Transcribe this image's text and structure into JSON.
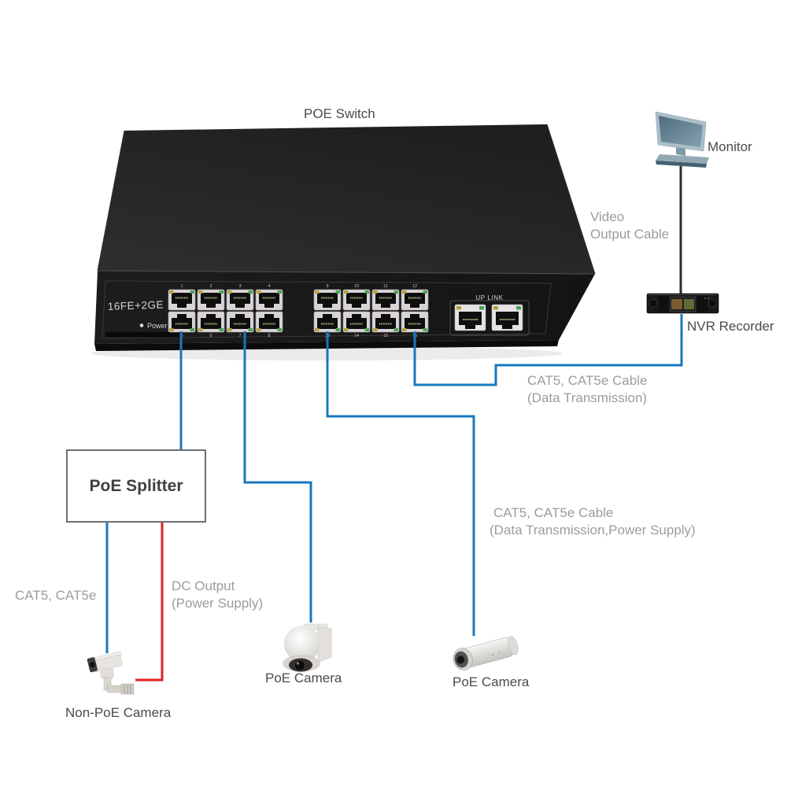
{
  "title": "POE Switch",
  "colors": {
    "cable_blue": "#1778bd",
    "cable_red": "#e02222",
    "cable_black": "#2e2e2e",
    "label_gray": "#9c9c9c",
    "label_dark": "#4a4a4a"
  },
  "switch": {
    "model_label": "16FE+2GE",
    "power_label": "Power",
    "uplink_label": "UP LINK",
    "port_numbers": [
      "1",
      "2",
      "3",
      "4",
      "5",
      "6",
      "7",
      "8",
      "9",
      "10",
      "11",
      "12",
      "13",
      "14",
      "15",
      "16"
    ]
  },
  "devices": {
    "monitor": {
      "label": "Monitor"
    },
    "nvr": {
      "label": "NVR Recorder"
    },
    "splitter": {
      "label": "PoE Splitter"
    },
    "non_poe_camera": {
      "label": "Non-PoE Camera"
    },
    "poe_camera_dome": {
      "label": "PoE Camera"
    },
    "poe_camera_bullet": {
      "label": "PoE Camera"
    }
  },
  "cables": {
    "video_output": {
      "line1": "Video",
      "line2": "Output Cable"
    },
    "cat5_data": {
      "line1": "CAT5, CAT5e Cable",
      "line2": "(Data Transmission)"
    },
    "cat5_data_power": {
      "line1": "CAT5, CAT5e Cable",
      "line2": "(Data Transmission,Power Supply)"
    },
    "cat5_left": "CAT5, CAT5e",
    "dc_output": {
      "line1": "DC Output",
      "line2": "(Power Supply)"
    }
  }
}
